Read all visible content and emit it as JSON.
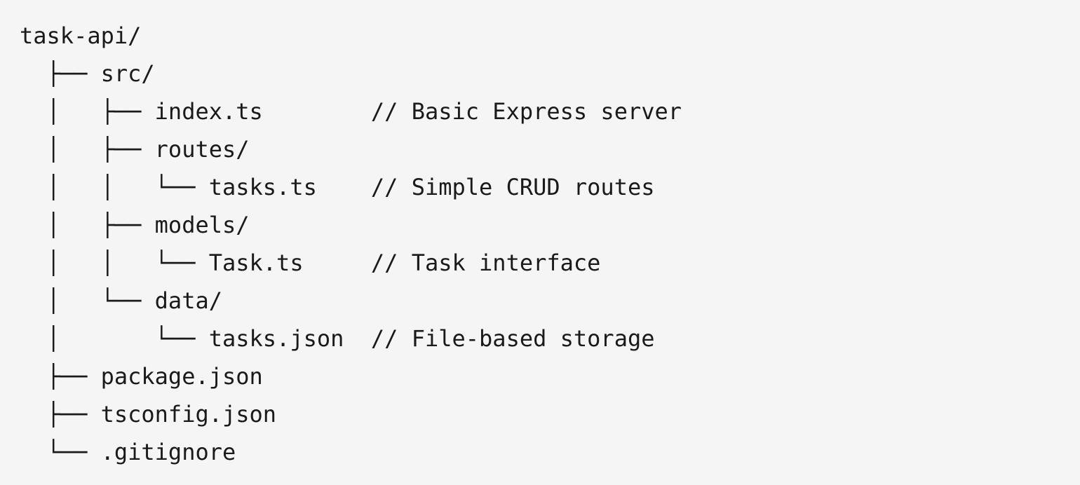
{
  "page": {
    "background_color": "#f5f5f6",
    "text_color": "#1a1a1c"
  },
  "file_tree": {
    "root": "task-api/",
    "lines": [
      "task-api/",
      "  ├── src/",
      "  │   ├── index.ts        // Basic Express server",
      "  │   ├── routes/",
      "  │   │   └── tasks.ts    // Simple CRUD routes",
      "  │   ├── models/",
      "  │   │   └── Task.ts     // Task interface",
      "  │   └── data/",
      "  │       └── tasks.json  // File-based storage",
      "  ├── package.json",
      "  ├── tsconfig.json",
      "  └── .gitignore"
    ],
    "entries": [
      {
        "path": "task-api/",
        "type": "directory",
        "comment": ""
      },
      {
        "path": "src/",
        "type": "directory",
        "comment": ""
      },
      {
        "path": "src/index.ts",
        "type": "file",
        "comment": "// Basic Express server"
      },
      {
        "path": "src/routes/",
        "type": "directory",
        "comment": ""
      },
      {
        "path": "src/routes/tasks.ts",
        "type": "file",
        "comment": "// Simple CRUD routes"
      },
      {
        "path": "src/models/",
        "type": "directory",
        "comment": ""
      },
      {
        "path": "src/models/Task.ts",
        "type": "file",
        "comment": "// Task interface"
      },
      {
        "path": "src/data/",
        "type": "directory",
        "comment": ""
      },
      {
        "path": "src/data/tasks.json",
        "type": "file",
        "comment": "// File-based storage"
      },
      {
        "path": "package.json",
        "type": "file",
        "comment": ""
      },
      {
        "path": "tsconfig.json",
        "type": "file",
        "comment": ""
      },
      {
        "path": ".gitignore",
        "type": "file",
        "comment": ""
      }
    ]
  }
}
